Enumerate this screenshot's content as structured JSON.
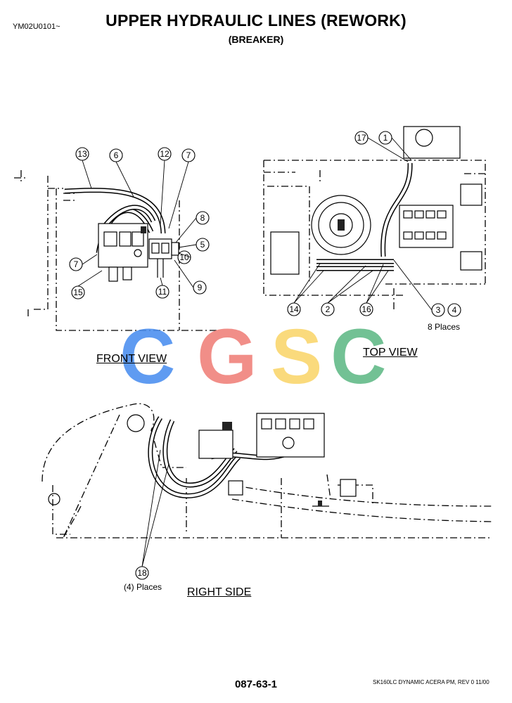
{
  "header": {
    "doc_id": "YM02U0101~",
    "title": "UPPER HYDRAULIC LINES (REWORK)",
    "subtitle": "(BREAKER)"
  },
  "views": {
    "front": "FRONT VIEW",
    "top": "TOP VIEW",
    "right": "RIGHT SIDE"
  },
  "notes": {
    "eight_places": "8 Places",
    "four_places": "(4) Places"
  },
  "callouts": {
    "c1": "1",
    "c2": "2",
    "c3": "3",
    "c4": "4",
    "c5": "5",
    "c6": "6",
    "c7a": "7",
    "c7b": "7",
    "c8": "8",
    "c9": "9",
    "c10": "10",
    "c11": "11",
    "c12": "12",
    "c13": "13",
    "c14": "14",
    "c15": "15",
    "c16": "16",
    "c17": "17",
    "c18": "18"
  },
  "footer": {
    "page_number": "087-63-1",
    "reference": "SK160LC DYNAMIC ACERA PM,  REV 0 11/00"
  },
  "watermark": {
    "letters": [
      "C",
      "G",
      "S",
      "C"
    ],
    "colors": [
      "#4a8ef0",
      "#f07f78",
      "#fad56a",
      "#5fb986"
    ]
  }
}
